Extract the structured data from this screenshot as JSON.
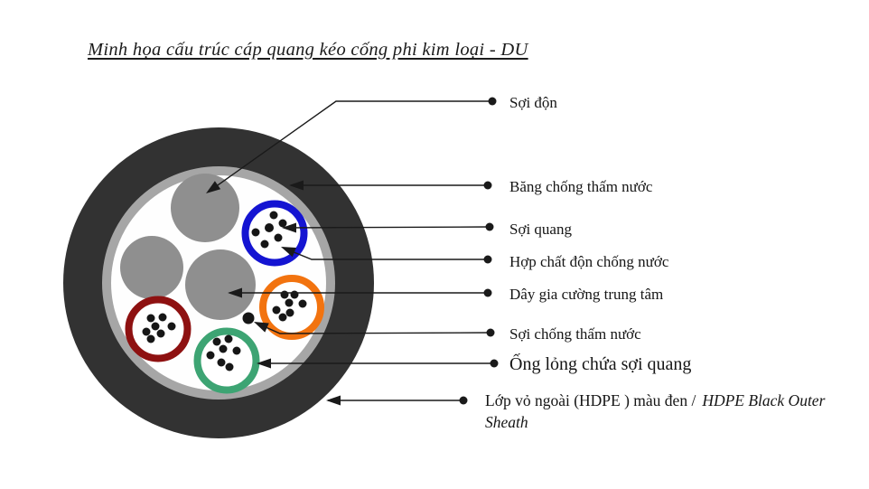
{
  "title": {
    "text": "Minh họa cấu trúc cáp quang kéo cống phi kim loại - DU"
  },
  "diagram": {
    "labels": {
      "soi_don": "Sợi độn",
      "bang_chong_tham_nuoc": "Băng chống thấm nước",
      "soi_quang": "Sợi quang",
      "hop_chat_don_chong_nuoc": "Hợp chất độn chống nước",
      "day_gia_cuong_trung_tam": "Dây gia cường trung tâm",
      "soi_chong_tham_nuoc": "Sợi chống thấm nước",
      "ong_long_chua_soi_quang": "Ống lỏng chứa sợi quang",
      "lop_vo_ngoai_vi": "Lớp vỏ ngoài (HDPE ) màu đen /",
      "lop_vo_ngoai_en": "HDPE Black Outer Sheath"
    },
    "colors": {
      "sheath_black": "#323232",
      "tape_gray": "#a6a6a6",
      "core_white": "#fefefe",
      "filler_gray": "#8f8f8f",
      "tube_blue": "#1414d2",
      "tube_orange": "#f2730f",
      "tube_dark_red": "#8e1111",
      "tube_green": "#3da473",
      "fiber_black": "#161616",
      "line_black": "#1a1a1a"
    }
  }
}
